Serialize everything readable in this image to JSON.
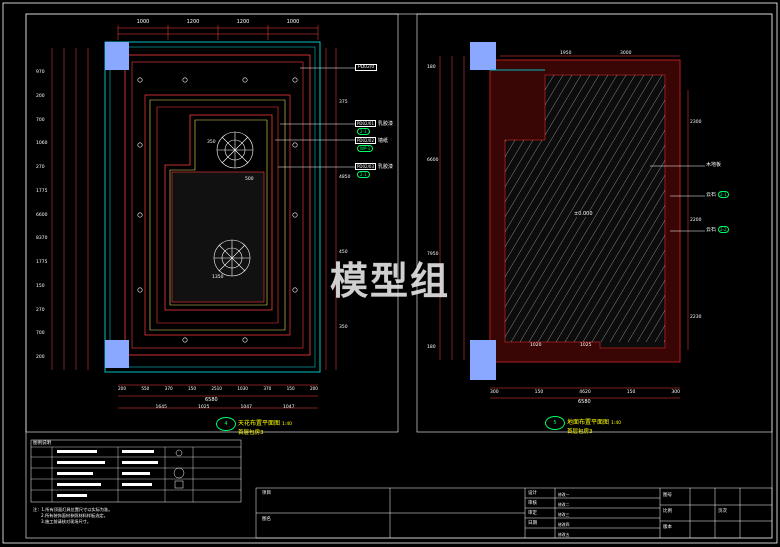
{
  "watermark": "模型组",
  "colors": {
    "background": "#000000",
    "frame": "#ffffff",
    "dim": "#ff4040",
    "ceiling_line": "#ff3a3a",
    "ceiling_inner": "#e8e060",
    "wall": "#00c0c0",
    "column_fill": "#8aa8ff",
    "tag": "#00ff66",
    "title": "#ffff00",
    "marble": "#b02020"
  },
  "left_plan": {
    "title": "天花布置平面图",
    "scale": "1:40",
    "subtitle": "首层包房3",
    "tag_num": "4",
    "top_dims": [
      "1000",
      "1200",
      "1200",
      "1000"
    ],
    "bottom_dims": [
      "200",
      "550",
      "370",
      "150",
      "2510",
      "1030",
      "370",
      "150",
      "200"
    ],
    "bottom_total": "6580",
    "bottom_segments": [
      "1645",
      "1025",
      "1047",
      "1047"
    ],
    "left_dims": [
      "970",
      "200",
      "700",
      "1060",
      "270",
      "1775",
      "6600",
      "8370",
      "1775",
      "150",
      "270",
      "700",
      "200"
    ],
    "right_dims": [
      "375",
      "4850",
      "450",
      "350"
    ],
    "center_dims": [
      "350",
      "500",
      "1350"
    ],
    "labels": [
      {
        "code": "PD02/0",
        "text": ""
      },
      {
        "code": "PD02/01",
        "text": "乳胶漆",
        "tag": "2-1"
      },
      {
        "code": "PD02/02",
        "text": "墙纸",
        "tag": "WP-1"
      },
      {
        "code": "PD02/03",
        "text": "乳胶漆",
        "tag": "2-1"
      }
    ]
  },
  "right_plan": {
    "title": "地面布置平面图",
    "scale": "1:40",
    "subtitle": "首层包房3",
    "tag_num": "5",
    "area_label": "±0.000",
    "top_dims": [
      "1950",
      "3000"
    ],
    "bottom_dims": [
      "1020",
      "1025"
    ],
    "bottom_total": "6580",
    "bottom_segments": [
      "300",
      "150",
      "4620",
      "150",
      "300"
    ],
    "left_dims": [
      "180",
      "6600",
      "7950",
      "180"
    ],
    "right_dims": [
      "2300",
      "2200",
      "2230"
    ],
    "labels": [
      {
        "text": "木地板",
        "tag": ""
      },
      {
        "text": "云石",
        "tag": "2-1"
      },
      {
        "text": "云石",
        "tag": "2-2"
      }
    ]
  },
  "legend": {
    "title": "图例说明",
    "notes_prefix": "注：",
    "notes": [
      "1.所有顶面灯具位置尺寸以实际为准。",
      "2.所有装饰面材参照材料样板选定。",
      "3.施工前请核对现场尺寸。"
    ]
  },
  "title_block": {
    "project_label": "项目",
    "drawing_label": "图名",
    "design_label": "设计",
    "check_label": "审核",
    "approve_label": "审定",
    "date_label": "日期",
    "drawing_no_label": "图号",
    "scale_label": "比例",
    "version_label": "版本",
    "page_label": "页次",
    "revision_rows": [
      "修改一",
      "修改二",
      "修改三",
      "修改四",
      "修改五"
    ]
  }
}
